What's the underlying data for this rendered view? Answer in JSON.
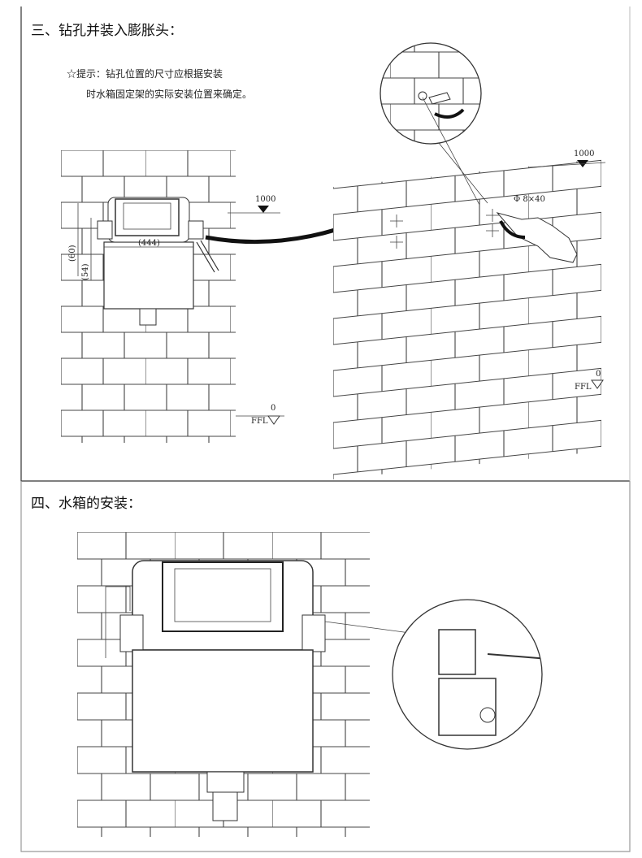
{
  "section3": {
    "title": "三、钻孔并装入膨胀头：",
    "tip_line1": "☆提示：钻孔位置的尺寸应根据安装",
    "tip_line2": "时水箱固定架的实际安装位置来确定。",
    "dim_width": "(444)",
    "dim_60": "(60)",
    "dim_54": "(54)",
    "level_left": "1000",
    "level_right": "1000",
    "drill_spec": "Φ 8×40",
    "ffl_left": "FFL",
    "ffl_left_value": "0",
    "ffl_right": "FFL",
    "ffl_right_value": "0"
  },
  "section4": {
    "title": "四、水箱的安装："
  }
}
